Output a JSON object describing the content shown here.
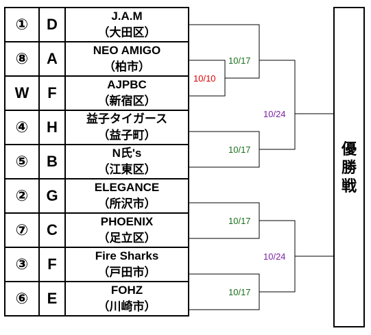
{
  "teams": [
    {
      "seed": "①",
      "block": "D",
      "name": "J.A.M",
      "area": "（大田区）"
    },
    {
      "seed": "⑧",
      "block": "A",
      "name": "NEO AMIGO",
      "area": "（柏市）"
    },
    {
      "seed": "W",
      "block": "F",
      "name": "AJPBC",
      "area": "（新宿区）"
    },
    {
      "seed": "④",
      "block": "H",
      "name": "益子タイガース",
      "area": "（益子町）"
    },
    {
      "seed": "⑤",
      "block": "B",
      "name": "N氏's",
      "area": "（江東区）"
    },
    {
      "seed": "②",
      "block": "G",
      "name": "ELEGANCE",
      "area": "（所沢市）"
    },
    {
      "seed": "⑦",
      "block": "C",
      "name": "PHOENIX",
      "area": "（足立区）"
    },
    {
      "seed": "③",
      "block": "F",
      "name": "Fire Sharks",
      "area": "（戸田市）"
    },
    {
      "seed": "⑥",
      "block": "E",
      "name": "FOHZ",
      "area": "（川崎市）"
    }
  ],
  "rounds": {
    "wildcard_date": "10/10",
    "r1_date_a": "10/17",
    "r1_date_b": "10/17",
    "r1_date_c": "10/17",
    "r1_date_d": "10/17",
    "semi_date_top": "10/24",
    "semi_date_bottom": "10/24"
  },
  "final_label": [
    "優",
    "勝",
    "戦"
  ],
  "colors": {
    "wildcard": "#dd0000",
    "round1": "#1a6e1a",
    "semifinal": "#7a1fa2",
    "line": "#000000"
  }
}
